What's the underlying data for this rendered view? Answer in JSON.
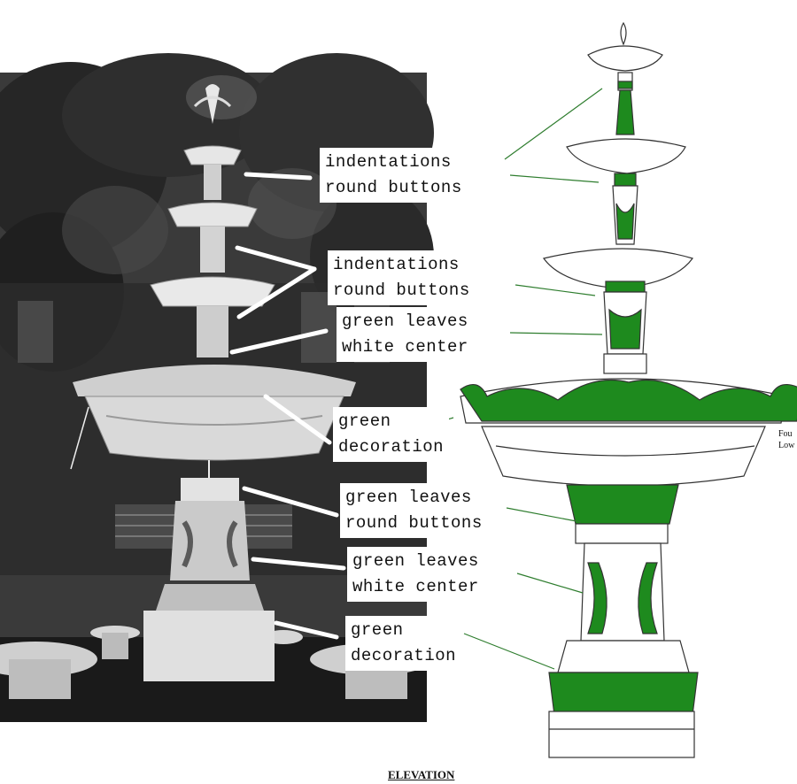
{
  "colors": {
    "highlight_green": "#1e8a1e",
    "photo_dark": "#2a2a2a",
    "label_bg": "#ffffff"
  },
  "annotations": [
    {
      "line1": "indentations",
      "line2": "round buttons"
    },
    {
      "line1": "indentations",
      "line2": "round buttons"
    },
    {
      "line1": "green leaves",
      "line2": "white center"
    },
    {
      "line1": "green",
      "line2": "decoration"
    },
    {
      "line1": "green leaves",
      "line2": "round buttons"
    },
    {
      "line1": "green leaves",
      "line2": "white center"
    },
    {
      "line1": "green",
      "line2": "decoration"
    }
  ],
  "drawing": {
    "caption": "ELEVATION",
    "cut_text": [
      "Fou",
      "Low"
    ]
  }
}
